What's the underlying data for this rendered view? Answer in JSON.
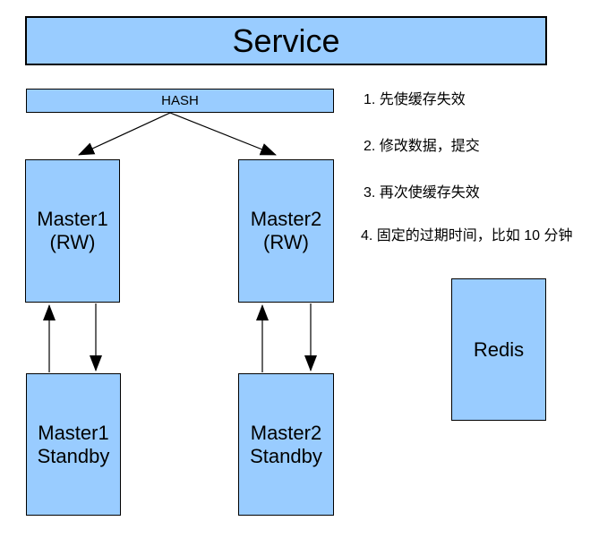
{
  "colors": {
    "box_fill": "#99ccff",
    "box_border": "#000000",
    "line_color": "#000000",
    "text_color": "#000000"
  },
  "diagram": {
    "service": {
      "label": "Service"
    },
    "hash": {
      "label": "HASH"
    },
    "master1": {
      "line1": "Master1",
      "line2": "(RW)"
    },
    "master2": {
      "line1": "Master2",
      "line2": "(RW)"
    },
    "master1_standby": {
      "line1": "Master1",
      "line2": "Standby"
    },
    "master2_standby": {
      "line1": "Master2",
      "line2": "Standby"
    },
    "redis": {
      "label": "Redis"
    }
  },
  "notes": {
    "items": [
      "1. 先使缓存失效",
      "2. 修改数据，提交",
      "3. 再次使缓存失效",
      "4. 固定的过期时间，比如 10 分钟"
    ]
  }
}
